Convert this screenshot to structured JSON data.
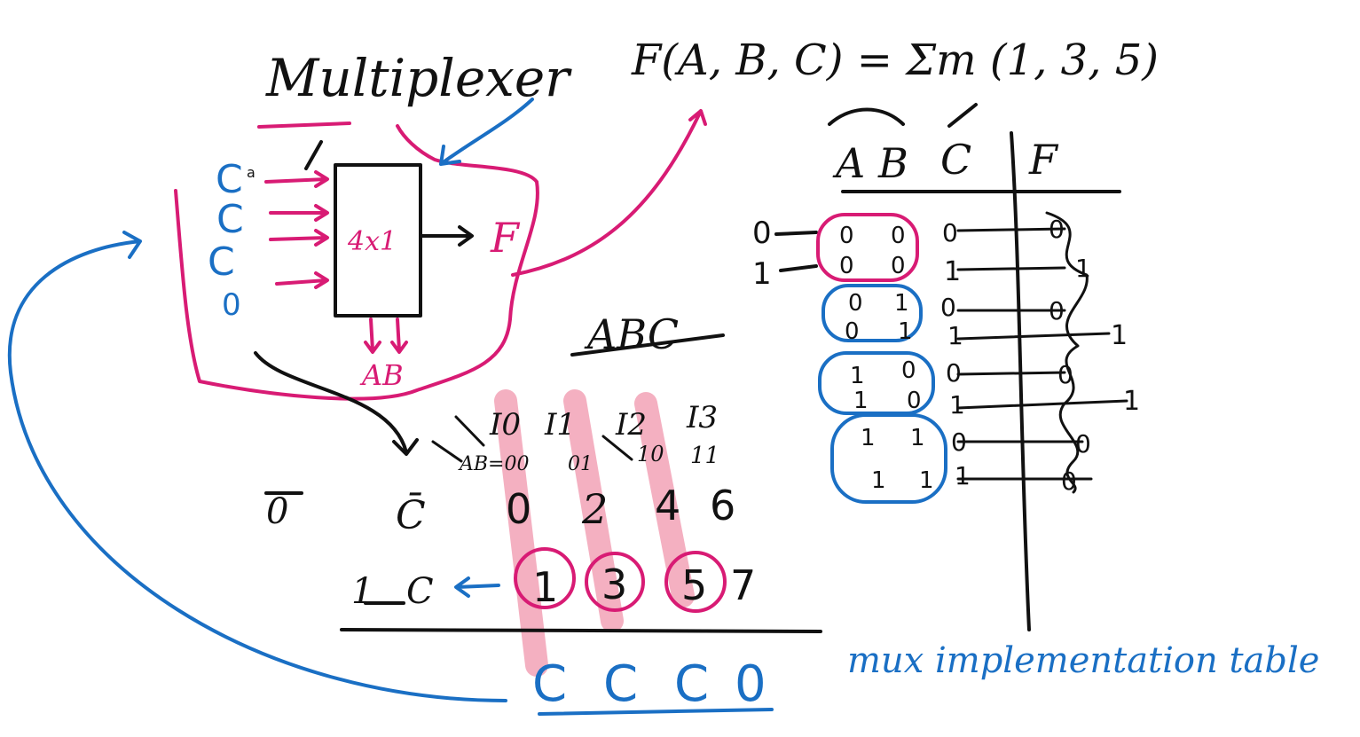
{
  "colors": {
    "black": "#111111",
    "blue": "#1a6fc4",
    "magenta": "#d81b74",
    "highlight": "#f2a2b6"
  },
  "title": "Multiplexer",
  "function": "F(A, B, C) = Σm (1, 3, 5)",
  "mux": {
    "block_label": "4x1",
    "inputs": [
      "C",
      "C",
      "C",
      "0"
    ],
    "output": "F",
    "select": "AB"
  },
  "truth_table": {
    "headers": [
      "A",
      "B",
      "C",
      "F"
    ],
    "side_labels": [
      "0",
      "1"
    ],
    "rows": [
      [
        "0",
        "0",
        "0",
        "0"
      ],
      [
        "0",
        "0",
        "1",
        "1"
      ],
      [
        "0",
        "1",
        "0",
        "0"
      ],
      [
        "0",
        "1",
        "1",
        "1"
      ],
      [
        "1",
        "0",
        "0",
        "0"
      ],
      [
        "1",
        "0",
        "1",
        "1"
      ],
      [
        "1",
        "1",
        "0",
        "0"
      ],
      [
        "1",
        "1",
        "1",
        "0"
      ]
    ]
  },
  "impl_table": {
    "header": "ABC",
    "inputs": [
      "I0",
      "I1",
      "I2",
      "I3"
    ],
    "select_codes": [
      "AB=00",
      "01",
      "10",
      "11"
    ],
    "row_labels": [
      {
        "value": "0",
        "var": "C̄"
      },
      {
        "value": "1",
        "var": "C"
      }
    ],
    "row0": [
      "0",
      "2",
      "4",
      "6"
    ],
    "row1": [
      "1",
      "3",
      "5",
      "7"
    ],
    "result": [
      "C",
      "C",
      "C",
      "0"
    ]
  },
  "caption": "mux implementation table"
}
